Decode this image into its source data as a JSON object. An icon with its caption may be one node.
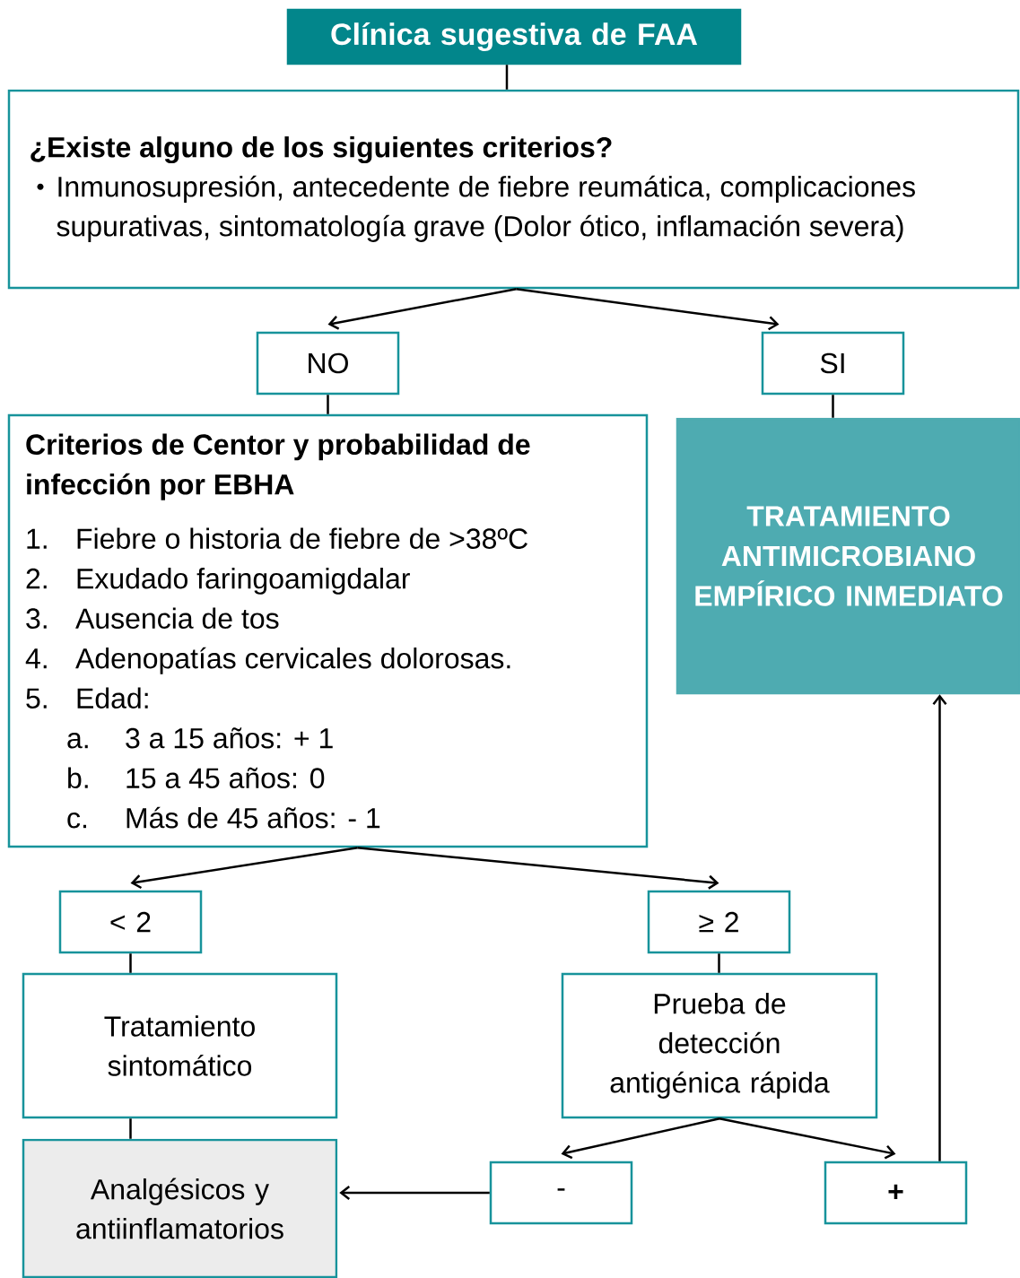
{
  "diagram": {
    "nodes": [
      {
        "text": [
          "Clínica sugestiva de FAA"
        ]
      },
      {
        "text": [
          "¿Existe alguno de los siguientes criterios?",
          "Inmunosupresión, antecedente de fiebre reumática, complicaciones supurativas, sintomatología grave (Dolor ótico, inflamación severa)"
        ]
      },
      {
        "text": [
          "NO"
        ]
      },
      {
        "text": [
          "SI"
        ]
      },
      {
        "text": [
          "Criterios de Centor y probabilidad de infección por EBHA",
          "1.",
          "Fiebre o historia de fiebre de >38ºC",
          "2.",
          "Exudado faringoamigdalar",
          "3.",
          "Ausencia de tos",
          "4.",
          "Adenopatías cervicales dolorosas.",
          "5.",
          "Edad:",
          "a.",
          "3 a 15 años: + 1",
          "b.",
          "15 a 45 años: 0",
          "c.",
          "Más de 45 años: - 1"
        ]
      },
      {
        "text": [
          "TRATAMIENTO ANTIMICROBIANO EMPÍRICO INMEDIATO"
        ]
      },
      {
        "text": [
          "< 2"
        ]
      },
      {
        "text": [
          "≥ 2"
        ]
      },
      {
        "text": [
          "Tratamiento sintomático"
        ]
      },
      {
        "text": [
          "Prueba de detección antigénica rápida"
        ]
      },
      {
        "text": [
          "Analgésicos y antiinflamatorios"
        ]
      },
      {
        "text": [
          "-"
        ]
      },
      {
        "text": [
          "+"
        ]
      }
    ],
    "edges": [
      {
        "from": 0,
        "to": 1,
        "arrow": "none"
      },
      {
        "from": 1,
        "to": 2,
        "arrow": "to"
      },
      {
        "from": 1,
        "to": 3,
        "arrow": "to"
      },
      {
        "from": 2,
        "to": 4,
        "arrow": "none"
      },
      {
        "from": 3,
        "to": 5,
        "arrow": "none"
      },
      {
        "from": 4,
        "to": 6,
        "arrow": "to"
      },
      {
        "from": 4,
        "to": 7,
        "arrow": "to"
      },
      {
        "from": 6,
        "to": 8,
        "arrow": "none"
      },
      {
        "from": 7,
        "to": 9,
        "arrow": "none"
      },
      {
        "from": 8,
        "to": 10,
        "arrow": "none"
      },
      {
        "from": 9,
        "to": 11,
        "arrow": "to"
      },
      {
        "from": 9,
        "to": 12,
        "arrow": "to"
      },
      {
        "from": 11,
        "to": 10,
        "arrow": "to"
      },
      {
        "from": 12,
        "to": 5,
        "arrow": "to"
      }
    ]
  }
}
